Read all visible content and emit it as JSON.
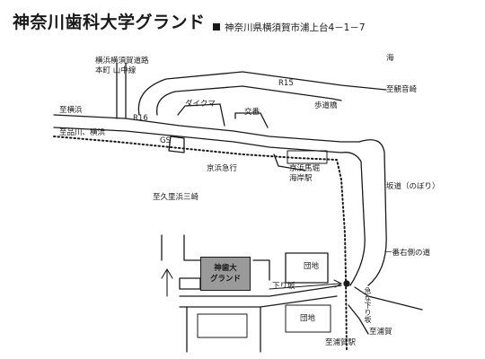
{
  "map": {
    "title": "神奈川歯科大学グランド",
    "address": "神奈川県横須賀市浦上台4－1－7",
    "labels": {
      "yokohama_yokosuka_road": "横浜横須賀道路",
      "honmachi_yamanaka": "本町 山中線",
      "sea": "海",
      "r15": "R15",
      "to_kannonzaki": "至観音崎",
      "to_yokohama": "至横浜",
      "r16": "R16",
      "daikuma": "ダイクマ",
      "koban": "交番",
      "footbridge": "歩道橋",
      "to_shinagawa": "至品川、横浜",
      "gs": "GS",
      "keikyu_line": "京浜急行",
      "keikyu_maborikaigan_1": "京浜馬堀",
      "keikyu_maborikaigan_2": "海岸駅",
      "slope_up": "坂道（のぼり）",
      "to_kurihama": "至久里浜三崎",
      "first_right_road": "一番右側の道",
      "danchi_1": "団地",
      "danchi_2": "団地",
      "downhill": "下り坂",
      "steep_downhill": "急な下り坂",
      "to_uraga_1": "至浦賀",
      "to_uraga_2": "至浦賀駅",
      "campus_line1": "神歯大",
      "campus_line2": "グランド"
    },
    "colors": {
      "ink": "#1a1a1a",
      "campus_fill": "#9a9a9a"
    }
  }
}
